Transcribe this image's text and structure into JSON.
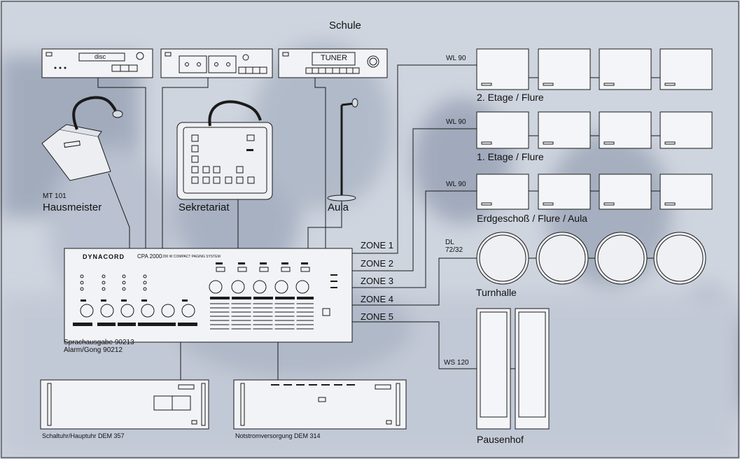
{
  "title": "Schule",
  "sources": {
    "cd_player": {
      "label": "disc"
    },
    "tuner": {
      "label": "TUNER"
    }
  },
  "microphones": {
    "mt101": {
      "model": "MT 101",
      "location": "Hausmeister"
    },
    "secretary": {
      "location": "Sekretariat"
    },
    "aula": {
      "location": "Aula"
    }
  },
  "amplifier": {
    "brand": "DYNACORD",
    "model": "CPA 2000",
    "subtitle": "200 W COMPACT PAGING SYSTEM",
    "options": [
      "Sprachausgabe 90213",
      "Alarm/Gong 90212"
    ]
  },
  "zones": [
    {
      "name": "ZONE 1",
      "cable": "WL 90",
      "area": "2. Etage / Flure"
    },
    {
      "name": "ZONE 2",
      "cable": "WL 90",
      "area": "1. Etage / Flure"
    },
    {
      "name": "ZONE 3",
      "cable": "WL 90",
      "area": "Erdgeschoß / Flure / Aula"
    },
    {
      "name": "ZONE 4",
      "cable": "DL 72/32",
      "area": "Turnhalle"
    },
    {
      "name": "ZONE 5",
      "cable": "WS 120",
      "area": "Pausenhof"
    }
  ],
  "cable_dl": {
    "line1": "DL",
    "line2": "72/32"
  },
  "rack_units": {
    "timer": {
      "label": "Schaltuhr/Hauptuhr DEM 357"
    },
    "power": {
      "label": "Notstromversorgung  DEM 314"
    }
  },
  "colors": {
    "line": "#1a1a1a",
    "panel": "#f2f3f6",
    "background": "#cdd3de"
  }
}
